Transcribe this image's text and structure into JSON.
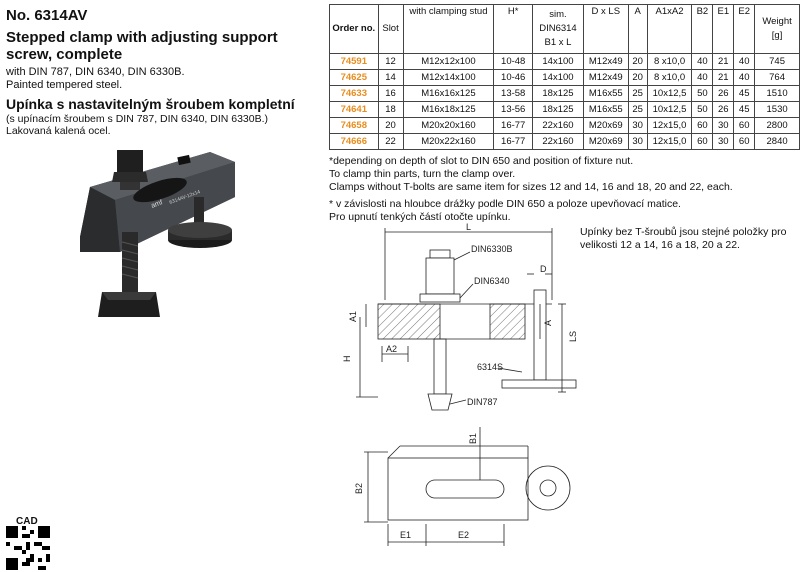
{
  "header": {
    "product_no": "No. 6314AV",
    "title_en": "Stepped clamp with adjusting support screw, complete",
    "subtitle_en_1": "with DIN 787, DIN 6340, DIN 6330B.",
    "subtitle_en_2": "Painted tempered steel.",
    "title_cz": "Upínka s nastavitelným šroubem kompletní",
    "subtitle_cz_1": "(s upínacím šroubem s DIN 787, DIN 6340, DIN 6330B.)",
    "subtitle_cz_2": "Lakovaná kalená ocel."
  },
  "photo": {
    "brand": "amf",
    "marking": "6314AV-12x14"
  },
  "cad_label": "CAD",
  "table": {
    "headers": [
      "Order no.",
      "Slot",
      "with clamping stud",
      "H*",
      "sim. DIN6314 B1 x L",
      "D x LS",
      "A",
      "A1xA2",
      "B2",
      "E1",
      "E2",
      "Weight [g]"
    ],
    "rows": [
      [
        "74591",
        "12",
        "M12x12x100",
        "10-48",
        "14x100",
        "M12x49",
        "20",
        "8 x10,0",
        "40",
        "21",
        "40",
        "745"
      ],
      [
        "74625",
        "14",
        "M12x14x100",
        "10-46",
        "14x100",
        "M12x49",
        "20",
        "8 x10,0",
        "40",
        "21",
        "40",
        "764"
      ],
      [
        "74633",
        "16",
        "M16x16x125",
        "13-58",
        "18x125",
        "M16x55",
        "25",
        "10x12,5",
        "50",
        "26",
        "45",
        "1510"
      ],
      [
        "74641",
        "18",
        "M16x18x125",
        "13-56",
        "18x125",
        "M16x55",
        "25",
        "10x12,5",
        "50",
        "26",
        "45",
        "1530"
      ],
      [
        "74658",
        "20",
        "M20x20x160",
        "16-77",
        "22x160",
        "M20x69",
        "30",
        "12x15,0",
        "60",
        "30",
        "60",
        "2800"
      ],
      [
        "74666",
        "22",
        "M20x22x160",
        "16-77",
        "22x160",
        "M20x69",
        "30",
        "12x15,0",
        "60",
        "30",
        "60",
        "2840"
      ]
    ]
  },
  "notes_en": [
    "*depending on depth of slot to DIN 650 and position of fixture nut.",
    "To clamp thin parts, turn the clamp over.",
    "Clamps without T-bolts are same item for sizes 12 and 14, 16 and 18, 20 and 22, each."
  ],
  "notes_cz": [
    "* v závislosti na hloubce drážky podle DIN 650 a poloze upevňovací matice.",
    "Pro upnutí tenkých částí otočte upínku."
  ],
  "note_right": "Upínky bez T-šroubů jsou stejné položky pro velikosti 12 a 14, 16 a 18, 20 a 22.",
  "drawing_labels": {
    "L": "L",
    "D": "D",
    "din6330": "DIN6330B",
    "din6340": "DIN6340",
    "din787": "DIN787",
    "A1": "A1",
    "A2": "A2",
    "A": "A",
    "H": "H",
    "LS": "LS",
    "p6314s": "6314S",
    "B1": "B1",
    "B2": "B2",
    "E1": "E1",
    "E2": "E2"
  }
}
